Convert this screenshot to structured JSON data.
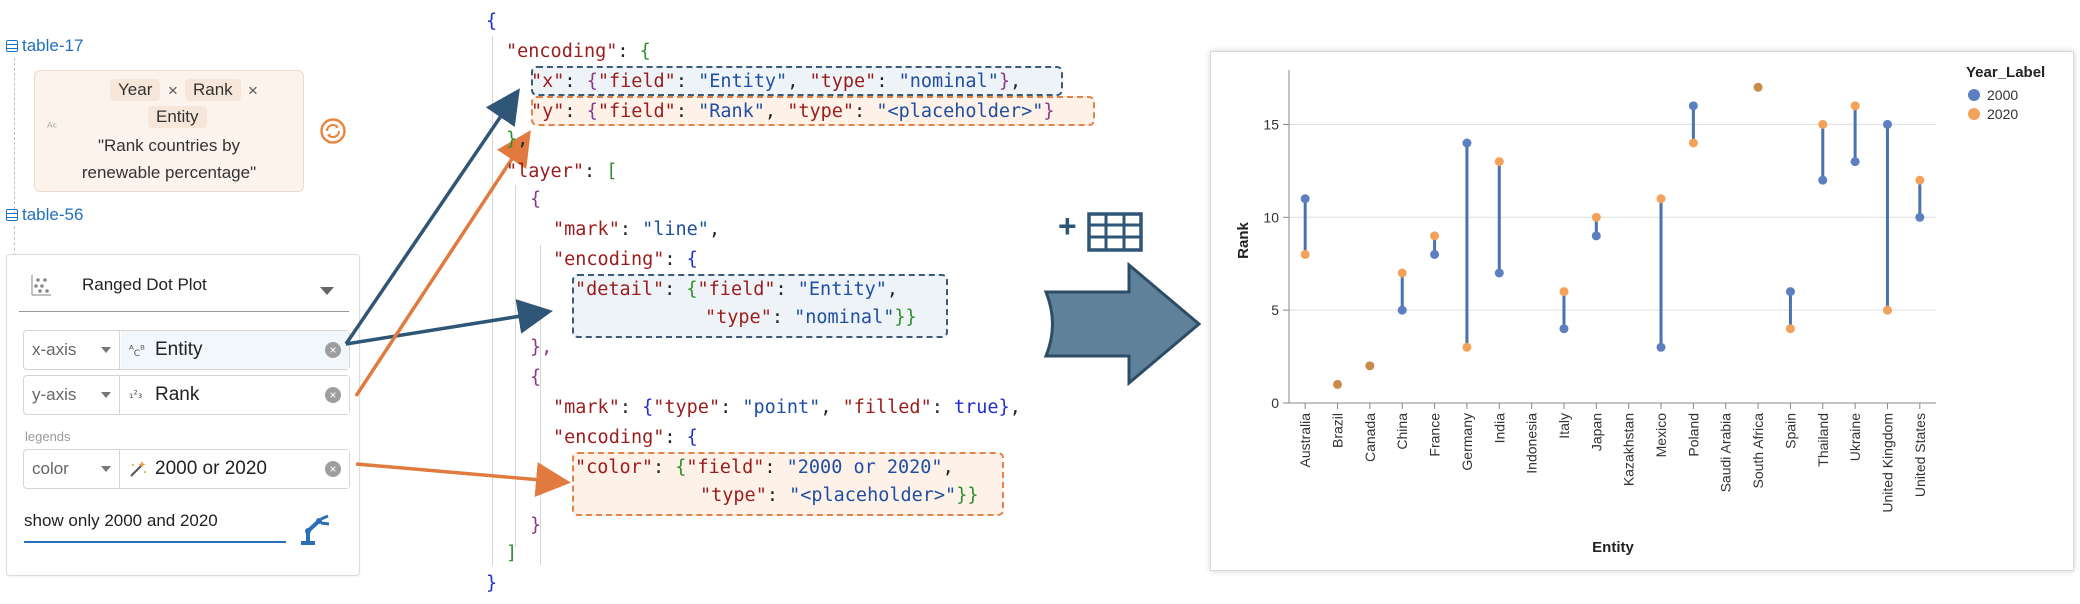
{
  "tables": [
    {
      "label": "table-17"
    },
    {
      "label": "table-56"
    }
  ],
  "table17_card": {
    "chips": [
      "Year",
      "Rank",
      "Entity"
    ],
    "chip_remove": "×",
    "prompt": [
      "\"Rank countries by",
      "renewable percentage\""
    ]
  },
  "chart_panel": {
    "chart_type": "Ranged Dot Plot",
    "encodings": [
      {
        "channel": "x-axis",
        "type_icon": "ABC",
        "field": "Entity"
      },
      {
        "channel": "y-axis",
        "type_icon": "123",
        "field": "Rank"
      },
      {
        "channel": "color",
        "type_icon": "wand",
        "field": "2000 or 2020"
      }
    ],
    "legends_label": "legends",
    "clear": "×",
    "instruction": "show only 2000 and 2020"
  },
  "code_lines": [
    {
      "t": [
        [
          "{",
          "b1"
        ]
      ]
    },
    {
      "t": [
        [
          "\"encoding\"",
          "k"
        ],
        [
          ": ",
          "p"
        ],
        [
          "{",
          "b2"
        ]
      ]
    },
    {
      "t": [
        [
          "\"x\"",
          "k"
        ],
        [
          ": ",
          "p"
        ],
        [
          "{",
          "b3"
        ],
        [
          "\"field\"",
          "k"
        ],
        [
          ": ",
          "p"
        ],
        [
          "\"Entity\"",
          "s"
        ],
        [
          ", ",
          "p"
        ],
        [
          "\"type\"",
          "k"
        ],
        [
          ": ",
          "p"
        ],
        [
          "\"nominal\"",
          "s"
        ],
        [
          "}",
          "b3"
        ],
        [
          ",",
          "p"
        ]
      ]
    },
    {
      "t": [
        [
          "\"y\"",
          "k"
        ],
        [
          ": ",
          "p"
        ],
        [
          "{",
          "b3"
        ],
        [
          "\"field\"",
          "k"
        ],
        [
          ": ",
          "p"
        ],
        [
          "\"Rank\"",
          "s"
        ],
        [
          ", ",
          "p"
        ],
        [
          "\"type\"",
          "k"
        ],
        [
          ": ",
          "p"
        ],
        [
          "\"<placeholder>\"",
          "s"
        ],
        [
          "}",
          "b3"
        ]
      ]
    },
    {
      "t": [
        [
          "}",
          "b2"
        ],
        [
          ",",
          "p"
        ]
      ]
    },
    {
      "t": [
        [
          "\"layer\"",
          "k"
        ],
        [
          ": ",
          "p"
        ],
        [
          "[",
          "b2"
        ]
      ]
    },
    {
      "t": [
        [
          "{",
          "b3"
        ]
      ]
    },
    {
      "t": [
        [
          "\"mark\"",
          "k"
        ],
        [
          ": ",
          "p"
        ],
        [
          "\"line\"",
          "s"
        ],
        [
          ",",
          "p"
        ]
      ]
    },
    {
      "t": [
        [
          "\"encoding\"",
          "k"
        ],
        [
          ": ",
          "p"
        ],
        [
          "{",
          "b1"
        ]
      ]
    },
    {
      "t": [
        [
          "\"detail\"",
          "k"
        ],
        [
          ": ",
          "p"
        ],
        [
          "{",
          "b2"
        ],
        [
          "\"field\"",
          "k"
        ],
        [
          ": ",
          "p"
        ],
        [
          "\"Entity\"",
          "s"
        ],
        [
          ",",
          "p"
        ]
      ]
    },
    {
      "t": [
        [
          "\"type\"",
          "k"
        ],
        [
          ": ",
          "p"
        ],
        [
          "\"nominal\"",
          "s"
        ],
        [
          "}}",
          "b2"
        ]
      ]
    },
    {
      "t": [
        [
          "},",
          "b3"
        ]
      ]
    },
    {
      "t": [
        [
          "{",
          "b3"
        ]
      ]
    },
    {
      "t": [
        [
          "\"mark\"",
          "k"
        ],
        [
          ": ",
          "p"
        ],
        [
          "{",
          "b1"
        ],
        [
          "\"type\"",
          "k"
        ],
        [
          ": ",
          "p"
        ],
        [
          "\"point\"",
          "s"
        ],
        [
          ", ",
          "p"
        ],
        [
          "\"filled\"",
          "k"
        ],
        [
          ": ",
          "p"
        ],
        [
          "true",
          "b1"
        ],
        [
          "}",
          "b1"
        ],
        [
          ",",
          "p"
        ]
      ]
    },
    {
      "t": [
        [
          "\"encoding\"",
          "k"
        ],
        [
          ": ",
          "p"
        ],
        [
          "{",
          "b1"
        ]
      ]
    },
    {
      "t": [
        [
          "\"color\"",
          "k"
        ],
        [
          ": ",
          "p"
        ],
        [
          "{",
          "b2"
        ],
        [
          "\"field\"",
          "k"
        ],
        [
          ": ",
          "p"
        ],
        [
          "\"2000 or 2020\"",
          "s"
        ],
        [
          ",",
          "p"
        ]
      ]
    },
    {
      "t": [
        [
          "\"type\"",
          "k"
        ],
        [
          ": ",
          "p"
        ],
        [
          "\"<placeholder>\"",
          "s"
        ],
        [
          "}}",
          "b2"
        ]
      ]
    },
    {
      "t": [
        [
          "}",
          "b3"
        ]
      ]
    },
    {
      "t": [
        [
          "]",
          "b2"
        ]
      ]
    },
    {
      "t": [
        [
          "}",
          "b1"
        ]
      ]
    }
  ],
  "colors": {
    "blue_arrow": "#2f5676",
    "orange_arrow": "#e07a3f",
    "big_arrow": "#5f8199",
    "series_2000": "#5b7fbf",
    "series_2020": "#f2a25a",
    "range_line": "#4a72b0"
  },
  "add_table_icon": "+",
  "chart_data": {
    "type": "scatter",
    "subtype": "ranged-dot",
    "xlabel": "Entity",
    "ylabel": "Rank",
    "categories": [
      "Australia",
      "Brazil",
      "Canada",
      "China",
      "France",
      "Germany",
      "India",
      "Indonesia",
      "Italy",
      "Japan",
      "Kazakhstan",
      "Mexico",
      "Poland",
      "Saudi Arabia",
      "South Africa",
      "Spain",
      "Thailand",
      "Ukraine",
      "United Kingdom",
      "United States"
    ],
    "yticks": [
      0,
      5,
      10,
      15
    ],
    "ylim": [
      0,
      17.5
    ],
    "grid": true,
    "legend": {
      "title": "Year_Label",
      "placement": "top-right"
    },
    "series": [
      {
        "name": "2000",
        "values": [
          11,
          1,
          2,
          5,
          8,
          14,
          7,
          null,
          4,
          9,
          null,
          3,
          16,
          null,
          17,
          6,
          12,
          13,
          15,
          10
        ]
      },
      {
        "name": "2020",
        "values": [
          8,
          1,
          2,
          7,
          9,
          3,
          13,
          null,
          6,
          10,
          null,
          11,
          14,
          null,
          17,
          4,
          15,
          16,
          5,
          12
        ]
      }
    ]
  }
}
